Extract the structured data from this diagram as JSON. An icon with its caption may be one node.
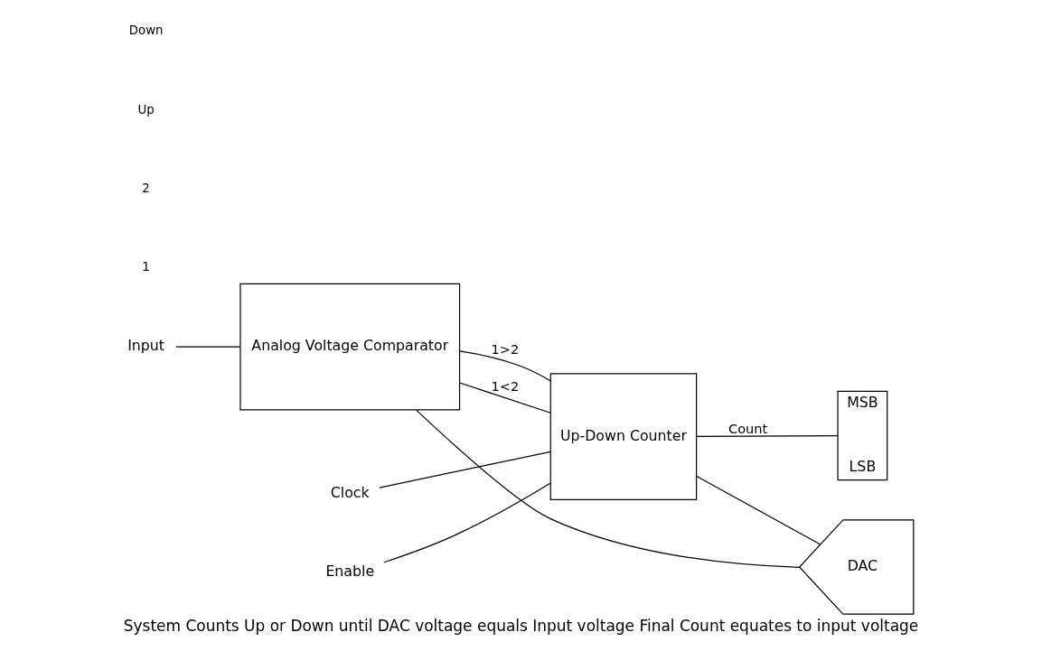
{
  "diagram": {
    "caption": "System Counts Up or Down until DAC voltage equals Input voltage Final Count equates to input voltage",
    "nodes": [
      {
        "text": [
          "Input"
        ]
      },
      {
        "text": [
          "Analog Voltage Comparator"
        ]
      },
      {
        "text": [
          "Up-Down Counter"
        ]
      },
      {
        "text": [
          "Clock"
        ]
      },
      {
        "text": [
          "Enable"
        ]
      },
      {
        "text": [
          "MSB",
          "LSB"
        ]
      },
      {
        "text": [
          "DAC"
        ]
      }
    ],
    "edges": [
      {
        "from": 0,
        "to": 1,
        "arrow": "none"
      },
      {
        "from": 1,
        "to": 2,
        "arrow": "none",
        "label": "1>2"
      },
      {
        "from": 1,
        "to": 2,
        "arrow": "none",
        "label": "1<2"
      },
      {
        "from": 3,
        "to": 2,
        "arrow": "none"
      },
      {
        "from": 4,
        "to": 2,
        "arrow": "none"
      },
      {
        "from": 2,
        "to": 5,
        "arrow": "none",
        "label": "Count"
      },
      {
        "from": 2,
        "to": 6,
        "arrow": "none"
      },
      {
        "from": 6,
        "to": 1,
        "arrow": "none"
      }
    ],
    "labels": [
      "1",
      "2",
      "Up",
      "Down"
    ]
  }
}
